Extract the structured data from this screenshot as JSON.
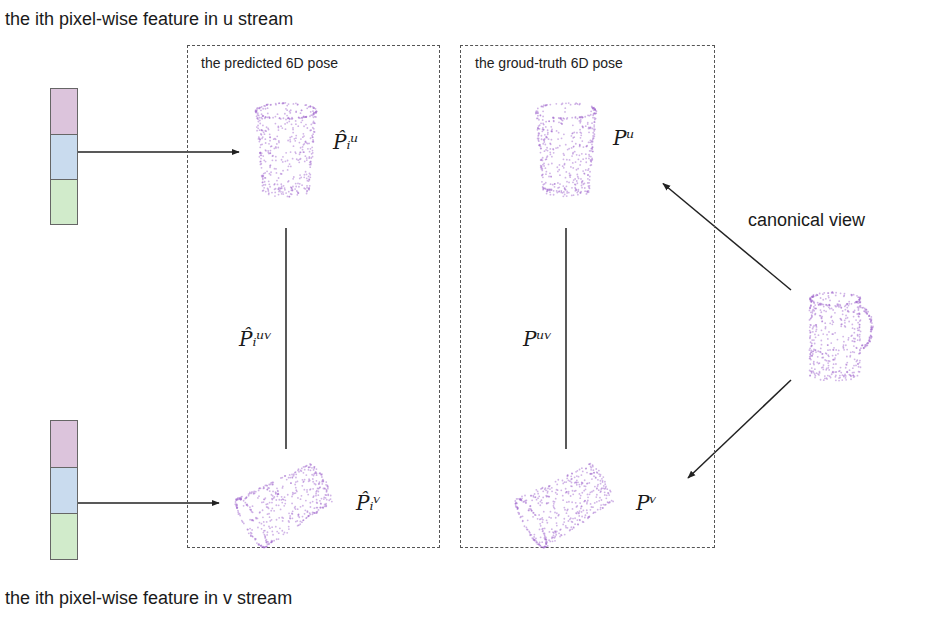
{
  "diagram": {
    "nodes": [
      {
        "text": [
          "the ith pixel-wise feature in u stream"
        ]
      },
      {
        "text": [
          "the predicted 6D pose"
        ]
      },
      {
        "text": [
          "P̂ᵢᵘ"
        ],
        "in": 1
      },
      {
        "text": [
          "P̂ᵢᵛ"
        ],
        "in": 1
      },
      {
        "text": [
          "the groud-truth 6D pose"
        ]
      },
      {
        "text": [
          "Pᵘ"
        ],
        "in": 4
      },
      {
        "text": [
          "Pᵛ"
        ],
        "in": 4
      },
      {
        "text": [
          "canonical view"
        ]
      },
      {
        "text": [
          "the ith pixel-wise feature in v stream"
        ]
      }
    ],
    "edges": [
      {
        "from": 0,
        "to": 2,
        "arrow": "to"
      },
      {
        "from": 2,
        "to": 3,
        "label": "P̂ᵢᵘᵛ",
        "arrow": "none"
      },
      {
        "from": 5,
        "to": 6,
        "label": "Pᵘᵛ",
        "arrow": "none"
      },
      {
        "from": 7,
        "to": 5,
        "arrow": "to"
      },
      {
        "from": 7,
        "to": 6,
        "arrow": "to"
      },
      {
        "from": 8,
        "to": 3,
        "arrow": "to"
      }
    ]
  }
}
